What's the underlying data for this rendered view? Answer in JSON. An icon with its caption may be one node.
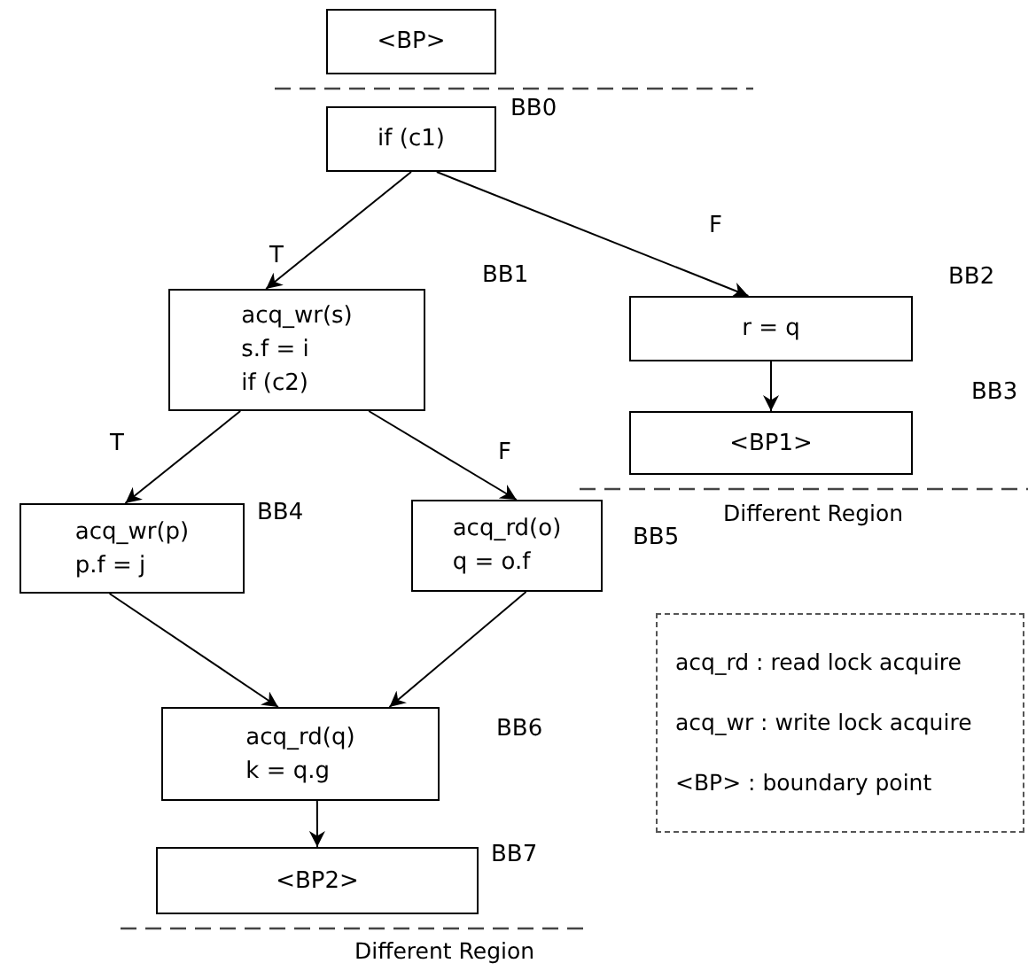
{
  "diagram": {
    "nodes": [
      {
        "text": [
          "<BP>"
        ]
      },
      {
        "text": [
          "if (c1)"
        ],
        "beside": [
          "BB0"
        ]
      },
      {
        "text": [
          "acq_wr(s)",
          "s.f = i",
          "if (c2)"
        ],
        "beside": [
          "BB1"
        ]
      },
      {
        "text": [
          "r = q"
        ],
        "beside": [
          "BB2"
        ]
      },
      {
        "text": [
          "<BP1>"
        ],
        "beside": [
          "BB3"
        ]
      },
      {
        "text": [
          "acq_wr(p)",
          "p.f = j"
        ],
        "beside": [
          "BB4"
        ]
      },
      {
        "text": [
          "acq_rd(o)",
          "q = o.f"
        ],
        "beside": [
          "BB5"
        ]
      },
      {
        "text": [
          "acq_rd(q)",
          "k = q.g"
        ],
        "beside": [
          "BB6"
        ]
      },
      {
        "text": [
          "<BP2>"
        ],
        "beside": [
          "BB7"
        ]
      },
      {
        "text": [
          "acq_rd : read lock acquire",
          "acq_wr : write lock acquire",
          "<BP> : boundary point"
        ]
      }
    ],
    "edges": [
      {
        "from": 1,
        "to": 2,
        "arrow": "to",
        "label": "T"
      },
      {
        "from": 1,
        "to": 3,
        "arrow": "to",
        "label": "F"
      },
      {
        "from": 2,
        "to": 5,
        "arrow": "to",
        "label": "T"
      },
      {
        "from": 2,
        "to": 6,
        "arrow": "to",
        "label": "F"
      },
      {
        "from": 3,
        "to": 4,
        "arrow": "to"
      },
      {
        "from": 5,
        "to": 7,
        "arrow": "to"
      },
      {
        "from": 6,
        "to": 7,
        "arrow": "to"
      },
      {
        "from": 7,
        "to": 8,
        "arrow": "to"
      }
    ],
    "labels": [
      "Different Region",
      "Different Region"
    ]
  }
}
